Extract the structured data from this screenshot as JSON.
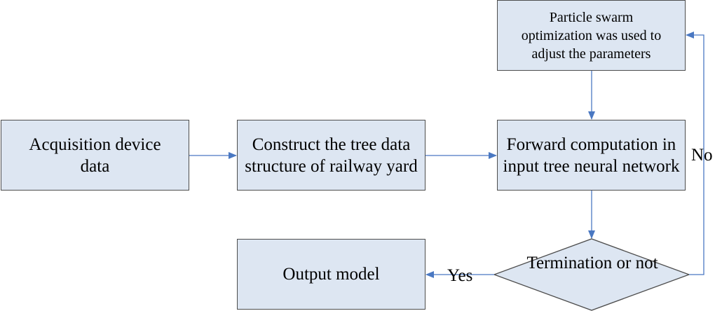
{
  "nodes": {
    "acquisition": "Acquisition device data",
    "construct": "Construct the tree data structure of railway yard",
    "forward": "Forward computation in input tree neural network",
    "pso": "Particle swarm optimization was used to adjust the parameters",
    "output": "Output model",
    "decision": "Termination or not"
  },
  "edges": {
    "yes": "Yes",
    "no": "No"
  },
  "colors": {
    "box_fill": "#dde6f2",
    "arrow": "#4a78c2",
    "border": "#4d4d4d"
  }
}
